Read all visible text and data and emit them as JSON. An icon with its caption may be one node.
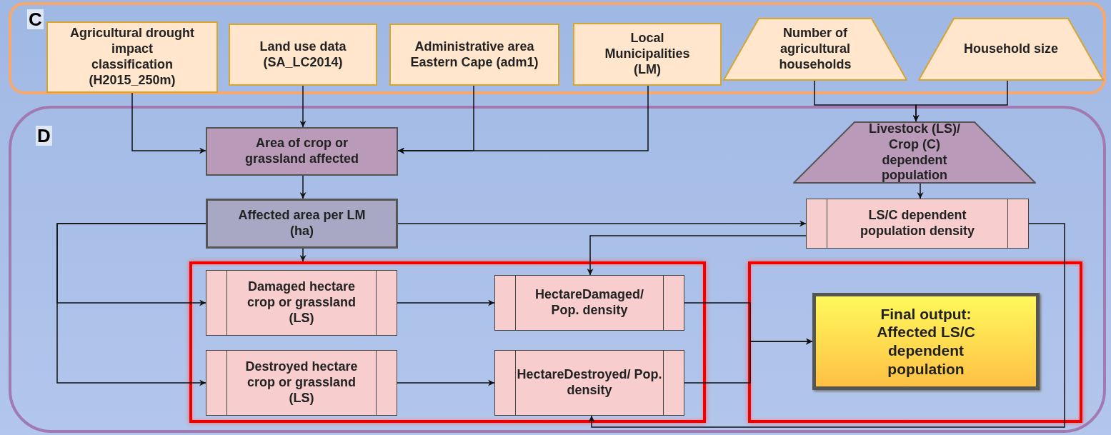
{
  "diagram": {
    "nodes": [
      {
        "text": [
          "C"
        ]
      },
      {
        "text": [
          "Agricultural drought impact classification (H2015_250m)"
        ],
        "in": 0
      },
      {
        "text": [
          "Land use data (SA_LC2014)"
        ],
        "in": 0
      },
      {
        "text": [
          "Administrative area Eastern Cape (adm1)"
        ],
        "in": 0
      },
      {
        "text": [
          "Local Municipalities (LM)"
        ],
        "in": 0
      },
      {
        "text": [
          "Number of agricultural households"
        ],
        "in": 0
      },
      {
        "text": [
          "Household size"
        ],
        "in": 0
      },
      {
        "text": [
          "D"
        ]
      },
      {
        "text": [
          "Area of crop or grassland affected"
        ],
        "in": 7
      },
      {
        "text": [
          "Livestock (LS)/ Crop (C) dependent population"
        ],
        "in": 7
      },
      {
        "text": [
          "Affected area per LM (ha)"
        ],
        "in": 7
      },
      {
        "text": [
          "LS/C dependent population density"
        ],
        "in": 7
      },
      {
        "text": [],
        "shape": "box",
        "in": 7
      },
      {
        "text": [
          "Damaged hectare crop or grassland (LS)"
        ],
        "in": 12
      },
      {
        "text": [
          "HectareDamaged/ Pop. density"
        ],
        "in": 12
      },
      {
        "text": [
          "Destroyed hectare crop or grassland (LS)"
        ],
        "in": 12
      },
      {
        "text": [
          "HectareDestroyed/ Pop. density"
        ],
        "in": 12
      },
      {
        "text": [],
        "shape": "box",
        "in": 7
      },
      {
        "text": [
          "Final output: Affected LS/C dependent population"
        ],
        "in": 17
      }
    ],
    "edges": [
      {
        "from": 1,
        "to": 8,
        "arrow": "to"
      },
      {
        "from": 2,
        "to": 8,
        "arrow": "to"
      },
      {
        "from": 3,
        "to": 8,
        "arrow": "to"
      },
      {
        "from": 4,
        "to": 8,
        "arrow": "to"
      },
      {
        "from": 5,
        "to": 9,
        "arrow": "to"
      },
      {
        "from": 6,
        "to": 9,
        "arrow": "to"
      },
      {
        "from": 8,
        "to": 10,
        "arrow": "to"
      },
      {
        "from": 9,
        "to": 11,
        "arrow": "to"
      },
      {
        "from": 10,
        "to": 11,
        "arrow": "to"
      },
      {
        "from": 10,
        "to": 12,
        "arrow": "to"
      },
      {
        "from": 10,
        "to": 13,
        "arrow": "to"
      },
      {
        "from": 10,
        "to": 15,
        "arrow": "to"
      },
      {
        "from": 11,
        "to": 14,
        "arrow": "to"
      },
      {
        "from": 11,
        "to": 16,
        "arrow": "to"
      },
      {
        "from": 13,
        "to": 14,
        "arrow": "to"
      },
      {
        "from": 15,
        "to": 16,
        "arrow": "to"
      },
      {
        "from": 14,
        "to": 18,
        "arrow": "to"
      },
      {
        "from": 16,
        "to": 18,
        "arrow": "to"
      }
    ]
  }
}
